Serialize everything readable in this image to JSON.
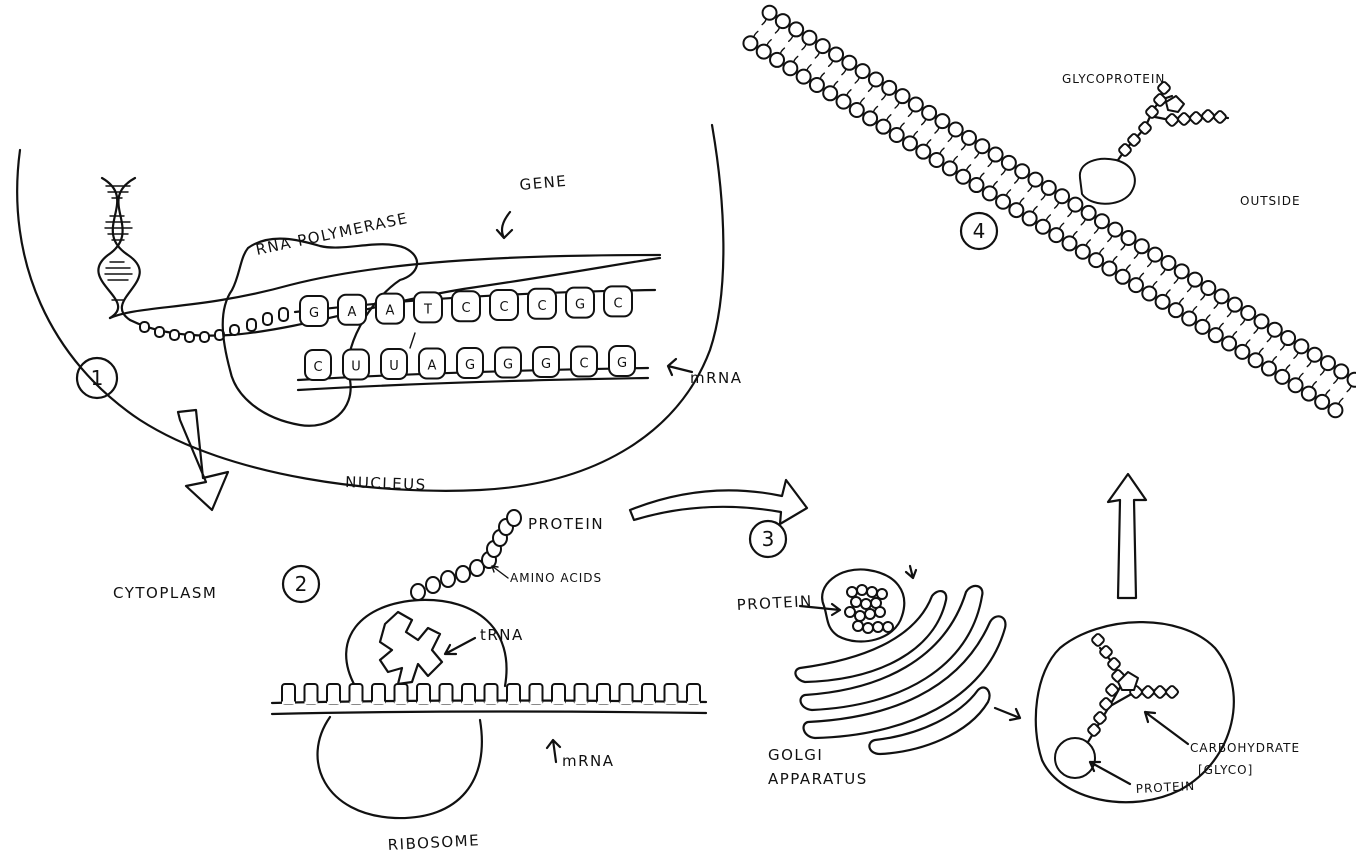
{
  "labels": {
    "gene": "GENE",
    "rna_polymerase": "RNA POLYMERASE",
    "mrna_top": "mRNA",
    "nucleus": "NUCLEUS",
    "cytoplasm": "CYTOPLASM",
    "protein_chain": "PROTEIN",
    "amino_acids": "AMINO ACIDS",
    "trna": "tRNA",
    "mrna_bottom": "mRNA",
    "ribosome": "RIBOSOME",
    "protein_golgi": "PROTEIN",
    "golgi": "GOLGI",
    "apparatus": "APPARATUS",
    "carbohydrate": "CARBOHYDRATE",
    "glyco": "[GLYCO]",
    "protein_vesicle": "PROTEIN",
    "glycoprotein": "GLYCOPROTEIN",
    "outside": "OUTSIDE"
  },
  "step_numbers": [
    "1",
    "2",
    "3",
    "4"
  ],
  "dna_bases": [
    "G",
    "A",
    "A",
    "T",
    "C",
    "C",
    "C",
    "G",
    "C"
  ],
  "mrna_bases": [
    "C",
    "U",
    "U",
    "A",
    "G",
    "G",
    "G",
    "C",
    "G"
  ]
}
